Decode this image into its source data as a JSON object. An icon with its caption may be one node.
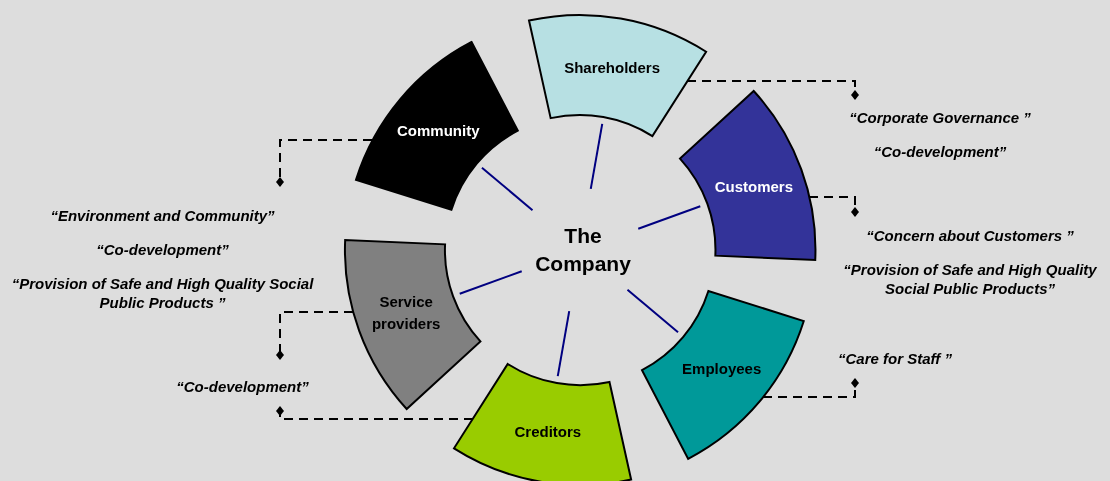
{
  "diagram": {
    "nodes": [
      {
        "text": [
          "The Company"
        ]
      },
      {
        "text": [
          "Shareholders"
        ]
      },
      {
        "text": [
          "Customers"
        ]
      },
      {
        "text": [
          "Employees"
        ]
      },
      {
        "text": [
          "Creditors"
        ]
      },
      {
        "text": [
          "Service providers"
        ]
      },
      {
        "text": [
          "Community"
        ]
      },
      {
        "text": [
          "“Corporate Governance ”",
          "“Co-development”"
        ]
      },
      {
        "text": [
          "“Concern about Customers ”",
          "“Provision of Safe and High Quality Social Public Products”"
        ]
      },
      {
        "text": [
          "“Care for Staff ”"
        ]
      },
      {
        "text": [
          "“Co-development”"
        ]
      },
      {
        "text": [
          "“Environment and Community”",
          "“Co-development”",
          "“Provision of Safe and High Quality Social Public Products ”"
        ]
      }
    ],
    "edges": [
      {
        "from": 0,
        "to": 1,
        "arrow": "none",
        "color": "#000080"
      },
      {
        "from": 0,
        "to": 2,
        "arrow": "none",
        "color": "#000080"
      },
      {
        "from": 0,
        "to": 3,
        "arrow": "none",
        "color": "#000080"
      },
      {
        "from": 0,
        "to": 4,
        "arrow": "none",
        "color": "#000080"
      },
      {
        "from": 0,
        "to": 5,
        "arrow": "none",
        "color": "#000080"
      },
      {
        "from": 0,
        "to": 6,
        "arrow": "none",
        "color": "#000080"
      },
      {
        "from": 1,
        "to": 7,
        "arrow": "other",
        "style": "dashed",
        "color": "#000000"
      },
      {
        "from": 2,
        "to": 8,
        "arrow": "other",
        "style": "dashed",
        "color": "#000000"
      },
      {
        "from": 3,
        "to": 9,
        "arrow": "other",
        "style": "dashed",
        "color": "#000000"
      },
      {
        "from": 4,
        "to": 10,
        "arrow": "other",
        "style": "dashed",
        "color": "#000000"
      },
      {
        "from": 5,
        "to": 10,
        "arrow": "other",
        "style": "dashed",
        "color": "#000000"
      },
      {
        "from": 6,
        "to": 11,
        "arrow": "other",
        "style": "dashed",
        "color": "#000000"
      }
    ]
  }
}
